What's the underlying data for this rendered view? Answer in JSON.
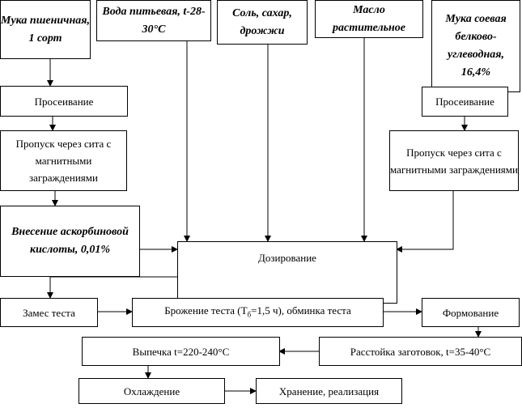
{
  "inputs": {
    "wheat_flour": "Мука пшеничная, 1 сорт",
    "water": "Вода питьевая, t-28-30°C",
    "salt_sugar_yeast": "Соль, сахар, дрожжи",
    "oil": "Масло растительное",
    "soy_flour": "Мука соевая белково-углеводная, 16,4%",
    "ascorbic": "Внесение аскорбиновой кислоты, 0,01%"
  },
  "steps": {
    "sifting_left": "Просеивание",
    "sifting_right": "Просеивание",
    "magnetic_left": "Пропуск через сита с магнитными заграждениями",
    "magnetic_right": "Пропуск через сита с магнитными заграждениями",
    "dosing": "Дозирование",
    "kneading": "Замес теста",
    "fermentation_pre": "Брожение теста (Т",
    "fermentation_sub": "б",
    "fermentation_post": "=1,5 ч), обминка теста",
    "forming": "Формование",
    "proofing": "Расстойка заготовок, t=35-40°C",
    "baking": "Выпечка t=220-240°C",
    "cooling": "Охлаждение",
    "storage": "Хранение, реализация"
  }
}
